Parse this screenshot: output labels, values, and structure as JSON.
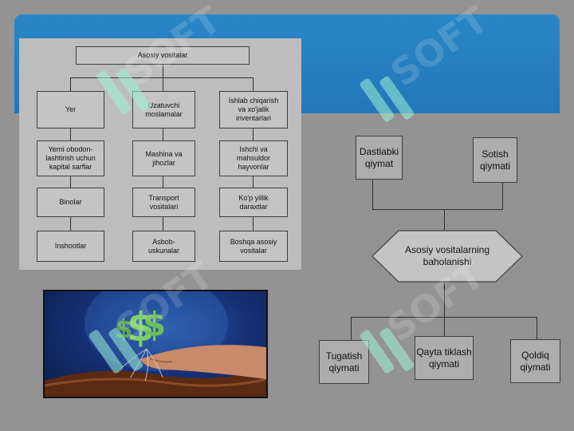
{
  "colors": {
    "background": "#939393",
    "banner": "#2377b8",
    "panel": "#bdbdbd",
    "box_fill": "#c4c4c4",
    "box_border": "#3e3e3e",
    "watermark": "#9ef2d8"
  },
  "left_chart": {
    "root": "Asosiy vositalar",
    "columns": [
      [
        "Yer",
        "Yerni obodon-\nlashtirish uchun\nkapital sarflar",
        "Binolar",
        "Inshootlar"
      ],
      [
        "Uzatuvchi\nmoslamalar",
        "Mashina va\njihozlar",
        "Transport\nvositalari",
        "Asbob-\nuskunalar"
      ],
      [
        "Ishlab chiqarish\nva xo'jalik\ninventarlari",
        "Ishchi va\nmahsuldor\nhayvonlar",
        "Ko'p yillik\ndaraxtlar",
        "Boshqa asosiy\nvositalar"
      ]
    ]
  },
  "right_chart": {
    "top_left": "Dastlabki\nqiymat",
    "top_right": "Sotish\nqiymati",
    "center": "Asosiy vositalarning\nbaholanishi",
    "bottom": [
      "Tugatish\nqiymati",
      "Qayta tiklash\nqiymati",
      "Qoldiq\nqiymati"
    ]
  },
  "photo": {
    "icon": "money-plant-in-hand"
  },
  "watermark": {
    "text": "SOFT",
    "icon": "ss-logo-watermark"
  }
}
